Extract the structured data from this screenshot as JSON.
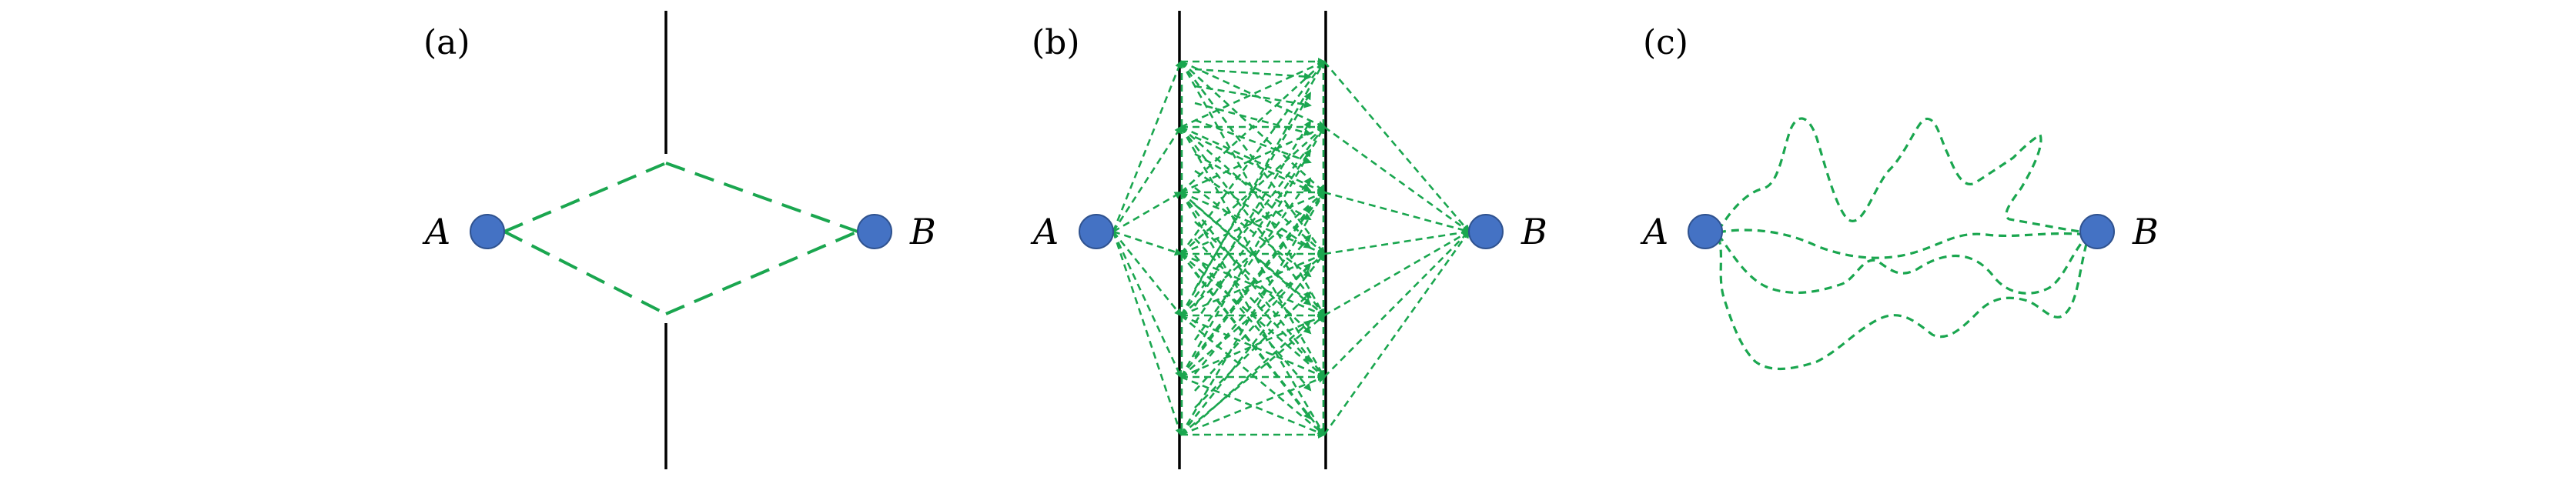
{
  "colors": {
    "path_green": "#1aa64f",
    "node_fill": "#4472c4",
    "node_stroke": "#2f528f",
    "wall": "#000000"
  },
  "panels": [
    {
      "label": "(a)",
      "node_left": "A",
      "node_right": "B"
    },
    {
      "label": "(b)",
      "node_left": "A",
      "node_right": "B"
    },
    {
      "label": "(c)",
      "node_left": "A",
      "node_right": "B"
    }
  ]
}
